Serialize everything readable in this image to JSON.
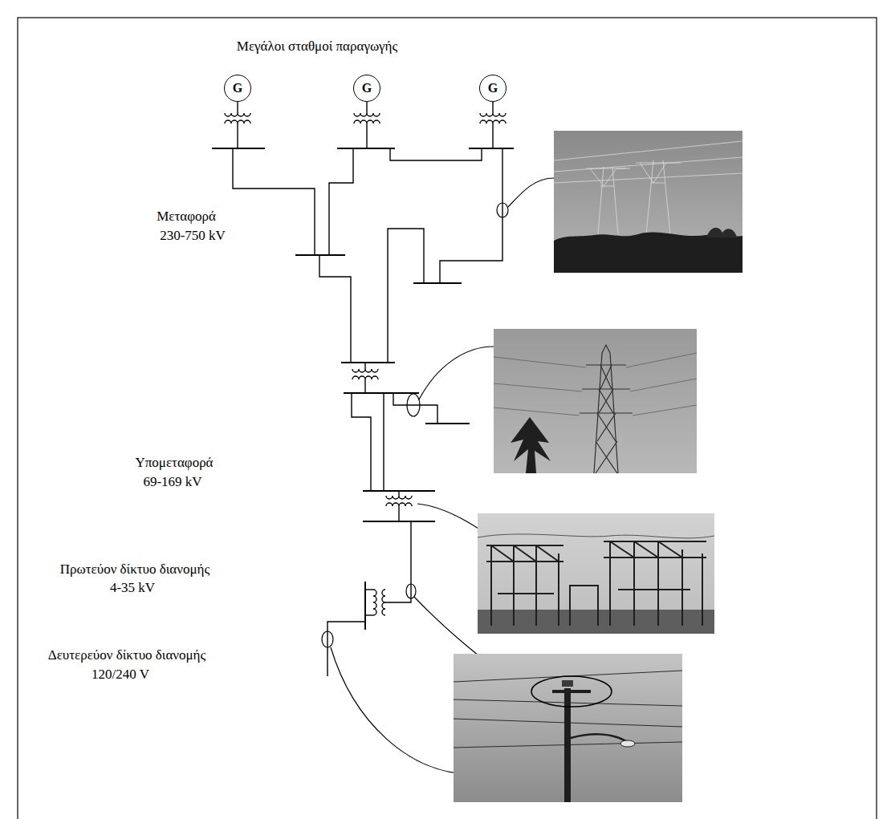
{
  "diagram": {
    "title": "Μεγάλοι σταθμοί παραγωγής",
    "nodes": [
      {
        "text": [
          "G"
        ]
      },
      {
        "text": [
          "G"
        ]
      },
      {
        "text": [
          "G"
        ]
      }
    ],
    "labels": [
      "Μεταφορά",
      "230-750 kV",
      "Υπομεταφορά",
      "69-169 kV",
      "Πρωτεύον δίκτυο διανομής",
      "4-35 kV",
      "Δευτερεύον δίκτυο διανομής",
      "120/240 V"
    ]
  }
}
